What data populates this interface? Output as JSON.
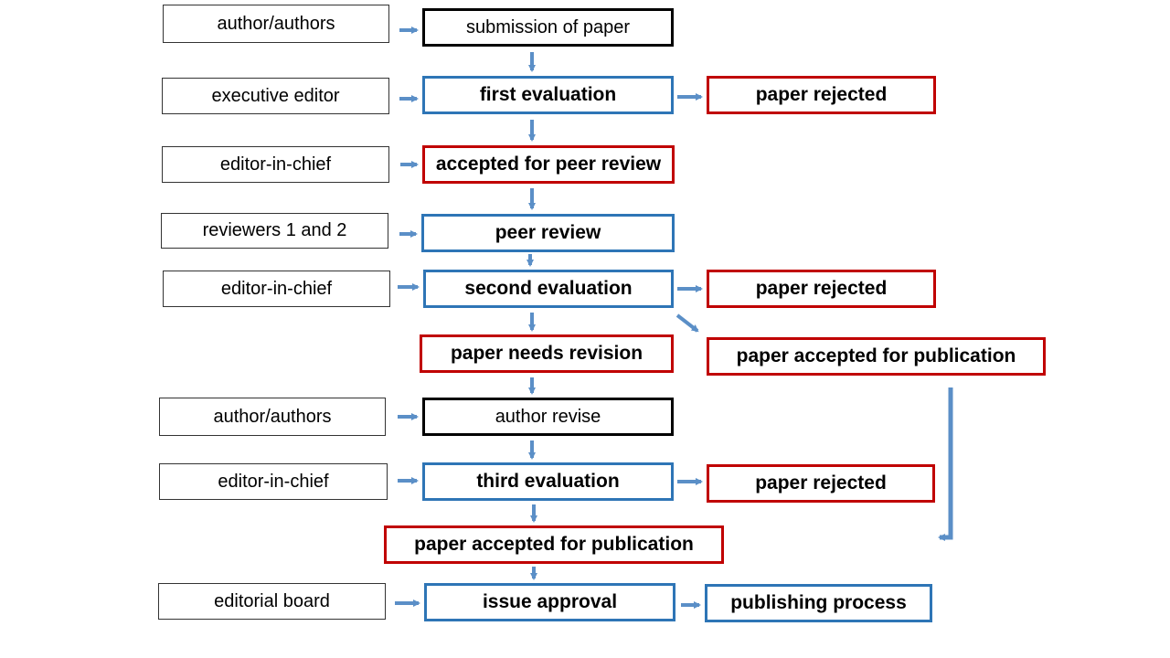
{
  "colors": {
    "blue": "#2e75b6",
    "red": "#c00000",
    "black": "#000000",
    "arrow": "#5b8fc7"
  },
  "roles": {
    "r1": "author/authors",
    "r2": "executive editor",
    "r3": "editor-in-chief",
    "r4": "reviewers 1 and 2",
    "r5": "editor-in-chief",
    "r6": "author/authors",
    "r7": "editor-in-chief",
    "r8": "editorial board"
  },
  "steps": {
    "submission": "submission of paper",
    "first_evaluation": "first evaluation",
    "rejected_1": "paper rejected",
    "accepted_peer_review": "accepted for peer review",
    "peer_review": "peer review",
    "second_evaluation": "second evaluation",
    "rejected_2": "paper rejected",
    "needs_revision": "paper needs revision",
    "accepted_publication_1": "paper accepted for publication",
    "author_revise": "author revise",
    "third_evaluation": "third evaluation",
    "rejected_3": "paper rejected",
    "accepted_publication_2": "paper accepted for publication",
    "issue_approval": "issue approval",
    "publishing_process": "publishing process"
  }
}
